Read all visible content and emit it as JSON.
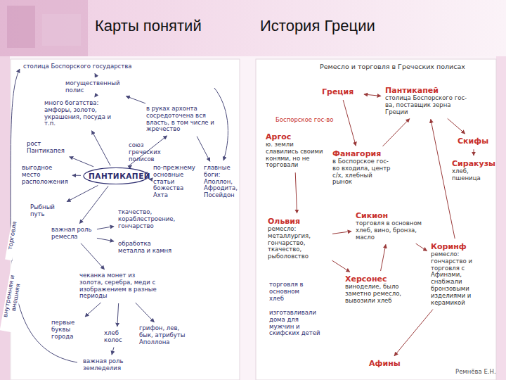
{
  "diagram": {
    "title": "Карты понятий",
    "nodes": [
      {
        "text": [
          "столица Боспорского государства"
        ]
      },
      {
        "text": [
          "могущественный полис"
        ]
      },
      {
        "text": [
          "много богатства: амфоры, золото, украшения, посуда и т.п."
        ]
      },
      {
        "text": [
          "в руках архонта сосредоточена вся власть, в том числе и жречество"
        ]
      },
      {
        "text": [
          "союз греческих полисов"
        ]
      },
      {
        "text": [
          "рост Пантикапея"
        ]
      },
      {
        "text": [
          "выгодное место расположения"
        ]
      },
      {
        "text": [
          "ПАНТИКАПЕЙ"
        ]
      },
      {
        "text": [
          "по-прежнему основные статьи божества Ахта"
        ]
      },
      {
        "text": [
          "главные боги: Аполлон, Афродита, Посейдон"
        ]
      },
      {
        "text": [
          "Рыбный путь"
        ]
      },
      {
        "text": [
          "важная роль ремесла"
        ]
      },
      {
        "text": [
          "ткачество, кораблестроение, гончарство"
        ]
      },
      {
        "text": [
          "обработка металла и камня"
        ]
      },
      {
        "text": [
          "чеканка монет из золота, серебра, меди с изображением в разные периоды"
        ]
      },
      {
        "text": [
          "первые буквы города"
        ]
      },
      {
        "text": [
          "хлеб колос"
        ]
      },
      {
        "text": [
          "грифон, лев, бык, атрибуты Аполлона"
        ]
      },
      {
        "text": [
          "важная роль земледелия"
        ]
      },
      {
        "text": [
          "Греция"
        ]
      },
      {
        "text": [
          "Пантикапей",
          "столица Боспорского гос-ва, поставщик зерна Греции"
        ]
      },
      {
        "text": [
          "Скифы"
        ]
      },
      {
        "text": [
          "Аргос",
          "ю. земли славились своими конями, но не торговали"
        ]
      },
      {
        "text": [
          "Фанагория",
          "в Боспорское гос-во входила, центр с/х, хлебный рынок"
        ]
      },
      {
        "text": [
          "Сиракузы",
          "хлеб, пшеница"
        ]
      },
      {
        "text": [
          "Ольвия",
          "ремесло: металлургия, гончарство, ткачество, рыболовство"
        ]
      },
      {
        "text": [
          "Сикион",
          "торговля в основном хлеб, вино, бронза, масло"
        ]
      },
      {
        "text": [
          "Коринф",
          "ремесло: гончарство и торговля с Афинами, снабжали бронзовыми изделиями и керамикой"
        ]
      },
      {
        "text": [
          "Херсонес",
          "виноделие, было заметно ремесло, вывозили хлеб"
        ]
      },
      {
        "text": [
          "Афины"
        ]
      }
    ],
    "edges": [
      {
        "from": 1,
        "to": 0,
        "arrow": "to"
      },
      {
        "from": 2,
        "to": 1,
        "arrow": "to"
      },
      {
        "from": 3,
        "to": 1,
        "arrow": "to"
      },
      {
        "from": 7,
        "to": 2,
        "arrow": "to"
      },
      {
        "from": 7,
        "to": 3,
        "arrow": "to"
      },
      {
        "from": 7,
        "to": 4,
        "arrow": "to"
      },
      {
        "from": 7,
        "to": 8,
        "arrow": "to"
      },
      {
        "from": 3,
        "to": 9,
        "arrow": "to"
      },
      {
        "from": 7,
        "to": 5,
        "arrow": "to"
      },
      {
        "from": 7,
        "to": 6,
        "arrow": "to"
      },
      {
        "from": 7,
        "to": 10,
        "arrow": "to"
      },
      {
        "from": 7,
        "to": 11,
        "arrow": "to"
      },
      {
        "from": 11,
        "to": 12,
        "arrow": "to"
      },
      {
        "from": 11,
        "to": 13,
        "arrow": "to"
      },
      {
        "from": 11,
        "to": 14,
        "arrow": "to"
      },
      {
        "from": 14,
        "to": 15,
        "arrow": "to"
      },
      {
        "from": 14,
        "to": 16,
        "arrow": "to"
      },
      {
        "from": 14,
        "to": 17,
        "arrow": "to"
      },
      {
        "from": 16,
        "to": 18,
        "arrow": "to"
      },
      {
        "from": 19,
        "to": 20,
        "arrow": "both"
      },
      {
        "from": 20,
        "to": 21,
        "arrow": "to"
      },
      {
        "from": 21,
        "to": 24,
        "arrow": "to"
      },
      {
        "from": 19,
        "to": 23,
        "arrow": "to"
      },
      {
        "from": 23,
        "to": 20,
        "arrow": "to"
      },
      {
        "from": 22,
        "to": 25,
        "arrow": "to"
      },
      {
        "from": 25,
        "to": 26,
        "arrow": "to"
      },
      {
        "from": 26,
        "to": 27,
        "arrow": "to"
      },
      {
        "from": 28,
        "to": 26,
        "arrow": "to"
      },
      {
        "from": 25,
        "to": 28,
        "arrow": "to"
      },
      {
        "from": 27,
        "to": 29,
        "arrow": "to"
      },
      {
        "from": 27,
        "to": 20,
        "arrow": "to"
      }
    ],
    "labels": [
      "История Греции",
      "торговля",
      "внутренняя и внешняя",
      "Ремесло и торговля в Греческих полисах",
      "Боспорское гос-во",
      "торговля в основном хлеб",
      "изготавливали дома для мужчин и скифских детей",
      "Ремнёва Е.Н."
    ]
  }
}
